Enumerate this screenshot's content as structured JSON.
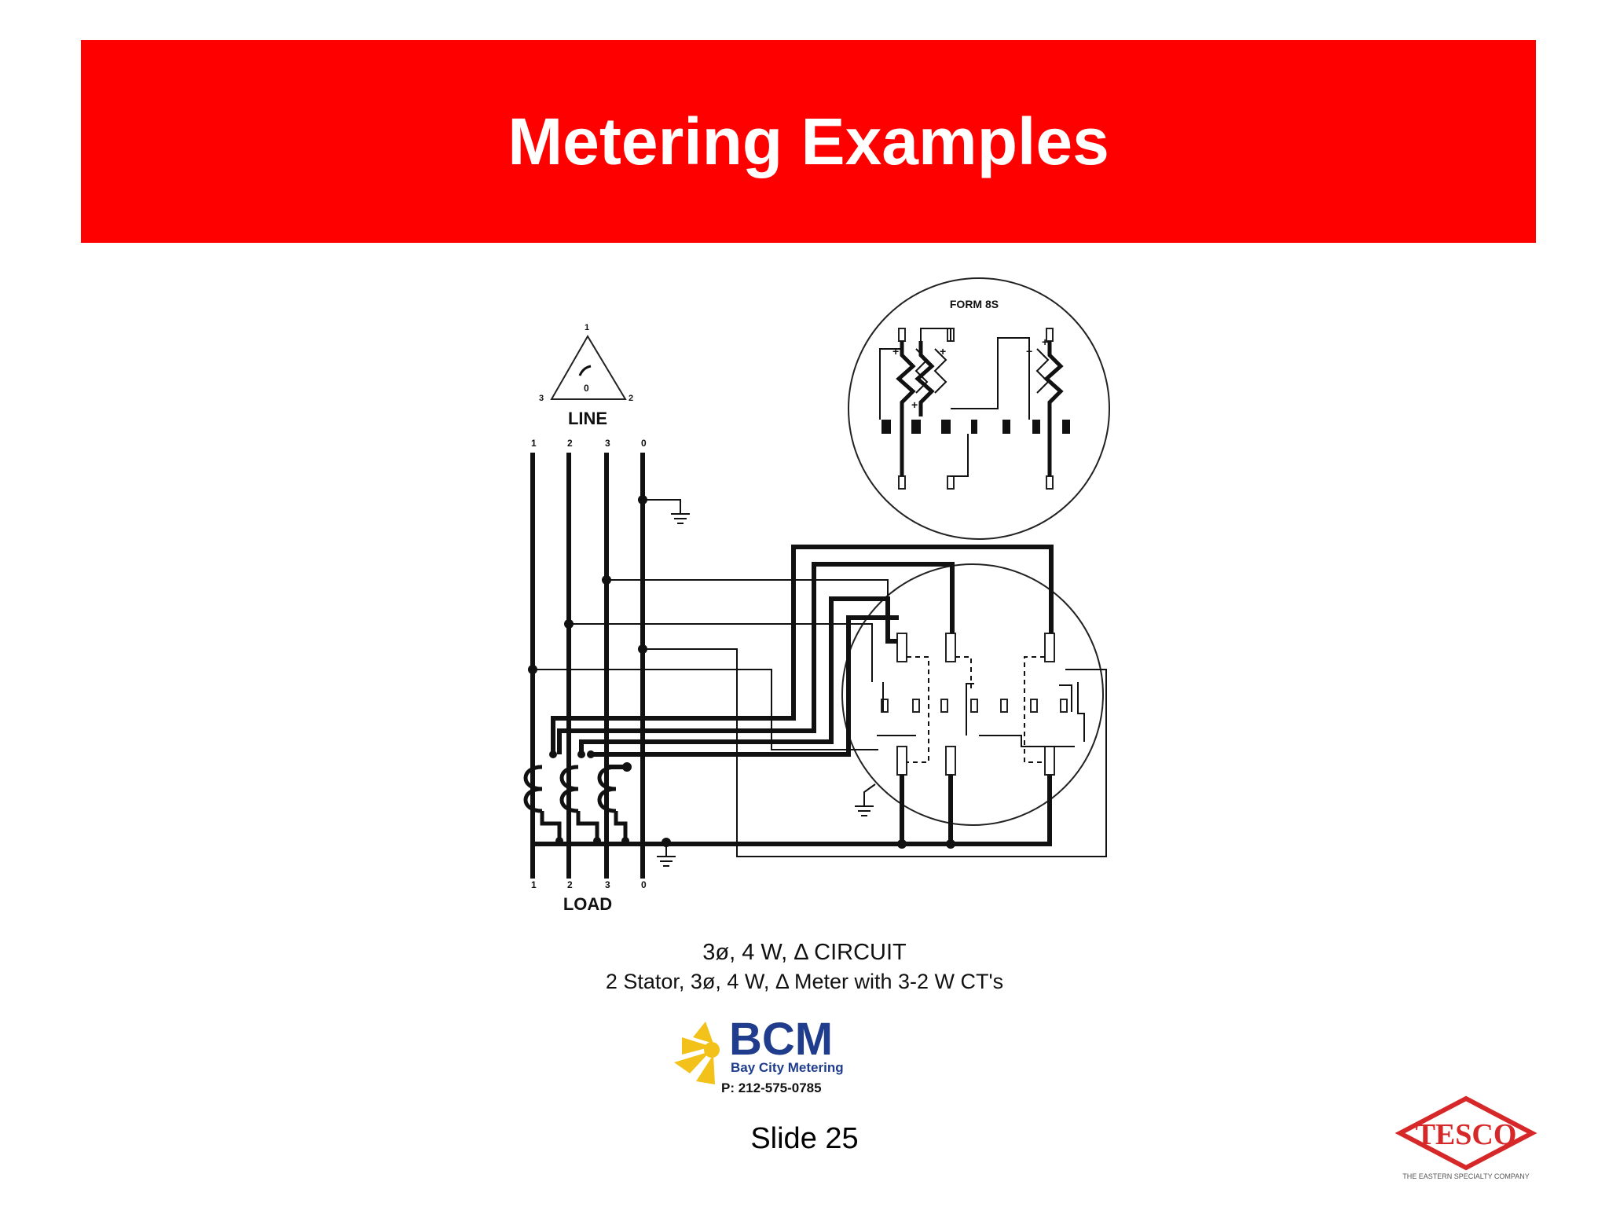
{
  "slide": {
    "title": "Metering Examples",
    "slide_number": "Slide 25"
  },
  "diagram": {
    "form_label": "FORM 8S",
    "line_label": "LINE",
    "load_label": "LOAD",
    "triangle_labels": {
      "top": "1",
      "left": "3",
      "right": "2",
      "center": "0"
    },
    "line_terminals": [
      "1",
      "2",
      "3",
      "0"
    ],
    "load_terminals": [
      "1",
      "2",
      "3",
      "0"
    ],
    "caption_line1": "3ø, 4 W, Δ CIRCUIT",
    "caption_line2": "2 Stator, 3ø, 4 W, Δ  Meter with 3-2 W CT's"
  },
  "logos": {
    "bcm": {
      "name": "BCM",
      "subtitle": "Bay City Metering",
      "phone": "P: 212-575-0785",
      "color": "#1f3d8c",
      "accent": "#f2c21a"
    },
    "tesco": {
      "name": "TESCO",
      "tagline": "THE EASTERN SPECIALTY COMPANY",
      "color": "#d62828"
    }
  },
  "colors": {
    "title_bar": "#ff0000",
    "title_text": "#ffffff"
  }
}
